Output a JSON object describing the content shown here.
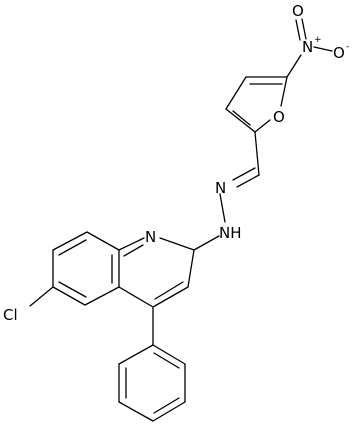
{
  "molecule": {
    "atoms": {
      "nitro_n": "N",
      "nitro_n_charge": "+",
      "nitro_o_single": "O",
      "nitro_o_single_charge": "-",
      "nitro_o_double": "O",
      "furan_o": "O",
      "hydrazone_n1": "N",
      "hydrazone_nh": "NH",
      "quinoline_n": "N",
      "chloro": "Cl"
    }
  }
}
